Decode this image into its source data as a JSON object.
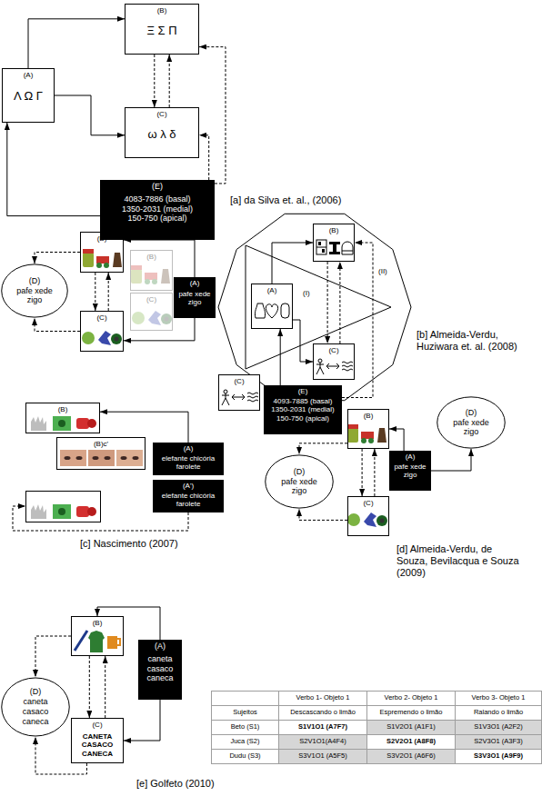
{
  "diagram": {
    "nodes": [
      {
        "text": [
          "(B)",
          "Ξ Σ Π"
        ]
      },
      {
        "text": [
          "(A)",
          "Λ Ω Γ"
        ]
      },
      {
        "text": [
          "(C)",
          "ω λ δ"
        ]
      },
      {
        "text": [
          "(E)",
          "4083-7886 (basal)",
          "1350-2031 (medial)",
          "150-750 (apical)"
        ]
      },
      {
        "text": [
          "(B)"
        ]
      },
      {
        "text": [
          "(B)"
        ]
      },
      {
        "text": [
          "(D)",
          "pafe xede zigo"
        ]
      },
      {
        "text": [
          "(A)",
          "pafe xede zigo"
        ]
      },
      {
        "text": [
          "(C)"
        ]
      },
      {
        "text": [
          "(C)"
        ]
      },
      {
        "text": [
          "(B)"
        ]
      },
      {
        "text": [
          "(A)"
        ]
      },
      {
        "text": [
          "(C)"
        ]
      },
      {
        "text": [
          "(C)"
        ]
      },
      {
        "text": [
          "(E)",
          "4093-7885 (basal)",
          "1350-2031 (medial)",
          "150-750 (apical)"
        ]
      },
      {
        "text": [
          "(B)"
        ]
      },
      {
        "text": [
          "(B)c'"
        ]
      },
      {
        "text": [
          "(A)",
          "elefante chicória farolete"
        ]
      },
      {
        "text": [
          "(A')",
          "elefante chicória farolete"
        ]
      },
      {
        "text": [
          "(D)",
          "pafe xede zigo"
        ]
      },
      {
        "text": [
          "(B)"
        ]
      },
      {
        "text": [
          "(A)",
          "pafe xede zigo"
        ]
      },
      {
        "text": [
          "(D)",
          "pafe xede zigo"
        ]
      },
      {
        "text": [
          "(C)"
        ]
      },
      {
        "text": [
          "(B)"
        ]
      },
      {
        "text": [
          "(A)",
          "caneta casaco caneca"
        ]
      },
      {
        "text": [
          "(D)",
          "caneta casaco caneca"
        ]
      },
      {
        "text": [
          "(C)",
          "CANETA CASACO CANECA"
        ]
      }
    ],
    "edges": [
      {
        "from": 1,
        "to": 0,
        "arrow": "to"
      },
      {
        "from": 1,
        "to": 2,
        "arrow": "to"
      },
      {
        "from": 0,
        "to": 2,
        "arrow": "to"
      },
      {
        "from": 2,
        "to": 0,
        "arrow": "to"
      },
      {
        "from": 3,
        "to": 1,
        "arrow": "to"
      },
      {
        "from": 3,
        "to": 2,
        "arrow": "to"
      },
      {
        "from": 3,
        "to": 0,
        "arrow": "to"
      },
      {
        "from": 7,
        "to": 4,
        "arrow": "to"
      },
      {
        "from": 7,
        "to": 9,
        "arrow": "to"
      },
      {
        "from": 4,
        "to": 9,
        "arrow": "to"
      },
      {
        "from": 9,
        "to": 4,
        "arrow": "to"
      },
      {
        "from": 4,
        "to": 6,
        "arrow": "to"
      },
      {
        "from": 9,
        "to": 6,
        "arrow": "to"
      },
      {
        "from": 11,
        "to": 10,
        "arrow": "to"
      },
      {
        "from": 11,
        "to": 12,
        "arrow": "to"
      },
      {
        "from": 10,
        "to": 12,
        "arrow": "to"
      },
      {
        "from": 12,
        "to": 10,
        "arrow": "to"
      },
      {
        "from": 14,
        "to": 11,
        "arrow": "to"
      },
      {
        "from": 14,
        "to": 10,
        "arrow": "to"
      },
      {
        "from": 17,
        "to": 15,
        "arrow": "to"
      },
      {
        "from": 21,
        "to": 20,
        "arrow": "to"
      },
      {
        "from": 21,
        "to": 19,
        "arrow": "to"
      },
      {
        "from": 20,
        "to": 23,
        "arrow": "to"
      },
      {
        "from": 23,
        "to": 20,
        "arrow": "to"
      },
      {
        "from": 20,
        "to": 22,
        "arrow": "to"
      },
      {
        "from": 23,
        "to": 22,
        "arrow": "to"
      },
      {
        "from": 25,
        "to": 24,
        "arrow": "to"
      },
      {
        "from": 25,
        "to": 27,
        "arrow": "to"
      },
      {
        "from": 24,
        "to": 27,
        "arrow": "to"
      },
      {
        "from": 27,
        "to": 24,
        "arrow": "to"
      },
      {
        "from": 24,
        "to": 26,
        "arrow": "to"
      },
      {
        "from": 27,
        "to": 26,
        "arrow": "to"
      }
    ],
    "labels": [
      "[a] da Silva et. al., (2006)",
      "(I)",
      "(II)",
      "[b] Almeida-Verdu, Huziwara et. al. (2008)",
      "[c] Nascimento (2007)",
      "[d] Almeida-Verdu, de Souza, Bevilacqua e Souza (2009)",
      "[e] Golfeto (2010)",
      "Verbo 1- Objeto 1",
      "Verbo 2- Objeto 1",
      "Verbo 3- Objeto 1",
      "Sujeitos",
      "Descascando o limão",
      "Espremendo o limão",
      "Ralando o limão",
      "Beto (S1)",
      "S1V1O1 (A7F7)",
      "S1V2O1 (A1F1)",
      "S1V3O1 (A2F2)",
      "Juca (S2)",
      "S2V1O1(A4F4)",
      "S2V2O1 (A8F8)",
      "S2V3O1 (A3F3)",
      "Dudu (S3)",
      "S3V1O1 (A5F5)",
      "S3V2O1 (A6F6)",
      "S3V3O1 (A9F9)"
    ]
  }
}
